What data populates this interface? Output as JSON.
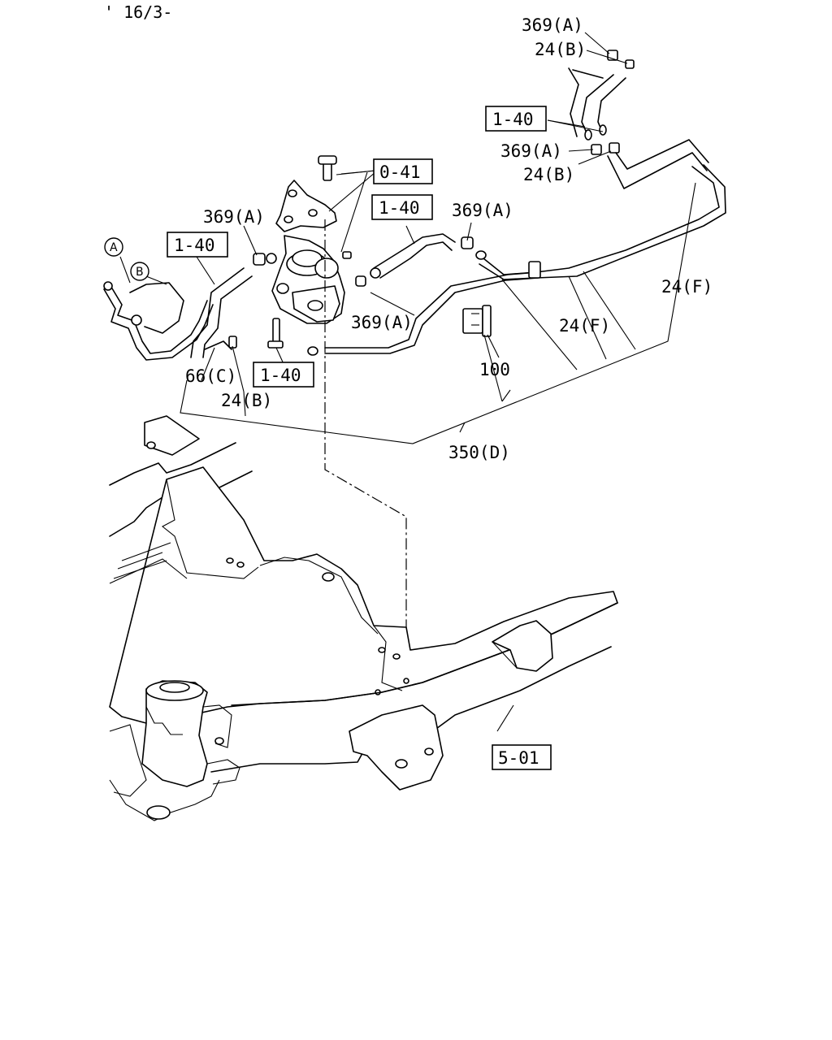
{
  "header": {
    "code": "' 16/3-"
  },
  "refs": {
    "r369a_top": "369(A)",
    "r24b_top": "24(B)",
    "r140_top": "1-40",
    "r369a_mid": "369(A)",
    "r24b_mid": "24(B)",
    "r041": "0-41",
    "r140_center": "1-40",
    "r369a_center": "369(A)",
    "r369a_left": "369(A)",
    "r140_left": "1-40",
    "r24f_right": "24(F)",
    "r369a_lower": "369(A)",
    "r24f_mid": "24(F)",
    "r100": "100",
    "r66c": "66(C)",
    "r140_bottom": "1-40",
    "r24b_bottom": "24(B)",
    "r350d": "350(D)",
    "r501": "5-01"
  },
  "callouts": {
    "a": "A",
    "b": "B"
  }
}
